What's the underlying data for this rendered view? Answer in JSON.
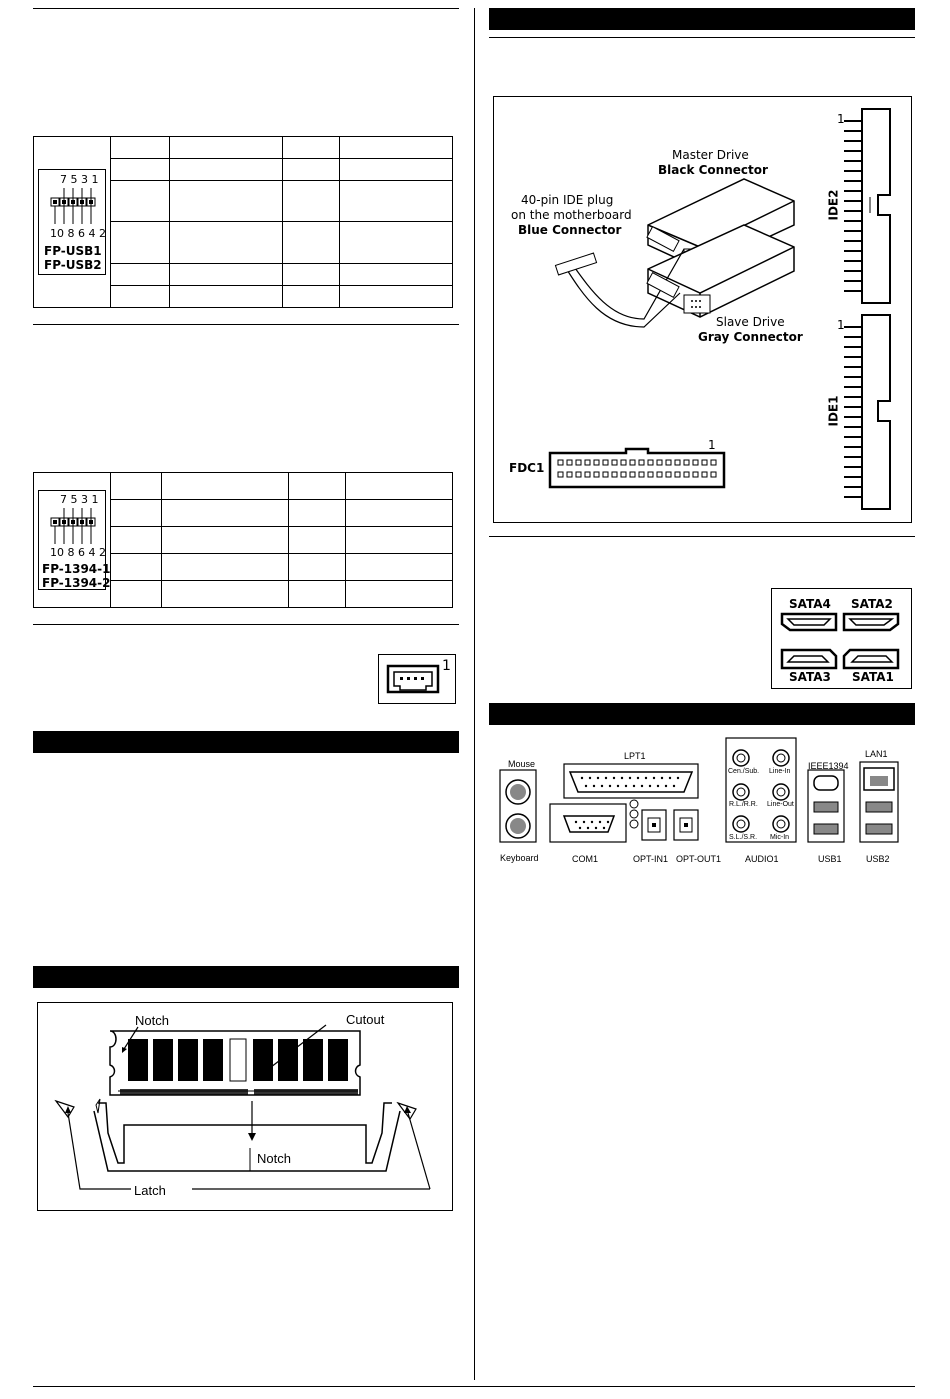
{
  "usb_header": {
    "pins_top": "7 5 3 1",
    "pins_bottom": "10 8 6 4 2",
    "name1": "FP-USB1",
    "name2": "FP-USB2"
  },
  "fw_header": {
    "pins_top": "7 5 3 1",
    "pins_bottom": "10 8 6 4 2",
    "name1": "FP-1394-1",
    "name2": "FP-1394-2"
  },
  "small_connector": {
    "pin1": "1"
  },
  "dimm_figure": {
    "notch_top": "Notch",
    "cutout": "Cutout",
    "notch_slot": "Notch",
    "latch": "Latch"
  },
  "ide_figure": {
    "master_line1": "Master Drive",
    "master_line2": "Black Connector",
    "plug_line1": "40-pin IDE plug",
    "plug_line2": "on the motherboard",
    "plug_line3": "Blue Connector",
    "slave_line1": "Slave Drive",
    "slave_line2": "Gray Connector",
    "ide2": "IDE2",
    "ide1": "IDE1",
    "ide2_pin1": "1",
    "ide1_pin1": "1",
    "fdc": "FDC1",
    "fdc_pin1": "1"
  },
  "sata_figure": {
    "sata4": "SATA4",
    "sata2": "SATA2",
    "sata3": "SATA3",
    "sata1": "SATA1"
  },
  "io_panel": {
    "mouse": "Mouse",
    "keyboard": "Keyboard",
    "lpt": "LPT1",
    "com": "COM1",
    "opt_in": "OPT-IN1",
    "opt_out": "OPT-OUT1",
    "audio": "AUDIO1",
    "cen_sub": "Cen./Sub.",
    "line_in": "Line-In",
    "rl_rr": "R.L./R.R.",
    "line_out": "Line-Out",
    "sl_sr": "S.L./S.R.",
    "mic_in": "Mic-In",
    "ieee": "IEEE1394",
    "lan": "LAN1",
    "usb1": "USB1",
    "usb2": "USB2"
  }
}
